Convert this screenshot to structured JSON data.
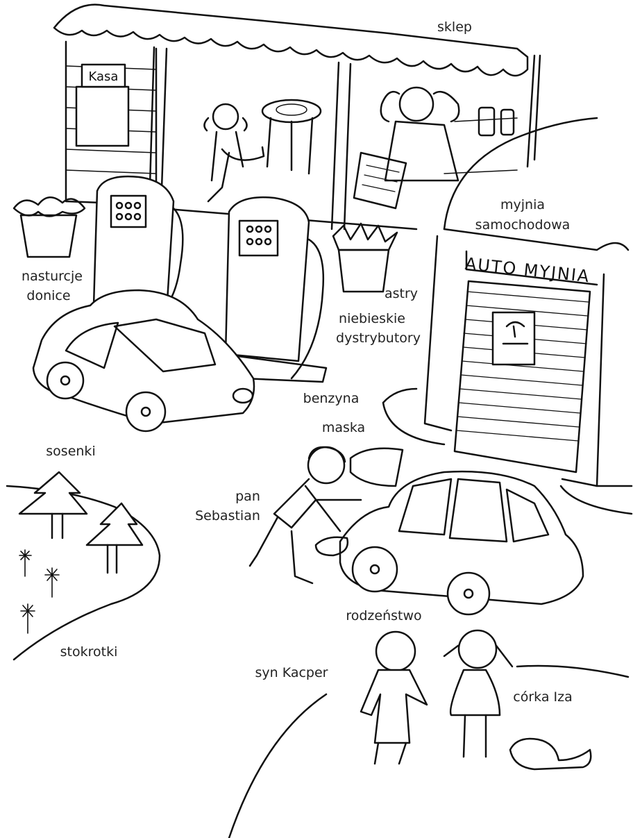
{
  "labels": {
    "sklep": "sklep",
    "myjnia_line1": "myjnia",
    "myjnia_line2": "samochodowa",
    "nasturcje": "nasturcje",
    "donice": "donice",
    "astry": "astry",
    "niebieskie": "niebieskie",
    "dystrybutory": "dystrybutory",
    "benzyna": "benzyna",
    "maska": "maska",
    "sosenki": "sosenki",
    "pan": "pan",
    "sebastian": "Sebastian",
    "stokrotki": "stokrotki",
    "rodzenstwo": "rodzeństwo",
    "syn_kacper": "syn Kacper",
    "corka_iza": "córka Iza"
  },
  "signs": {
    "kasa": "Kasa",
    "auto_myjnia": "AUTO MYJNIA"
  }
}
